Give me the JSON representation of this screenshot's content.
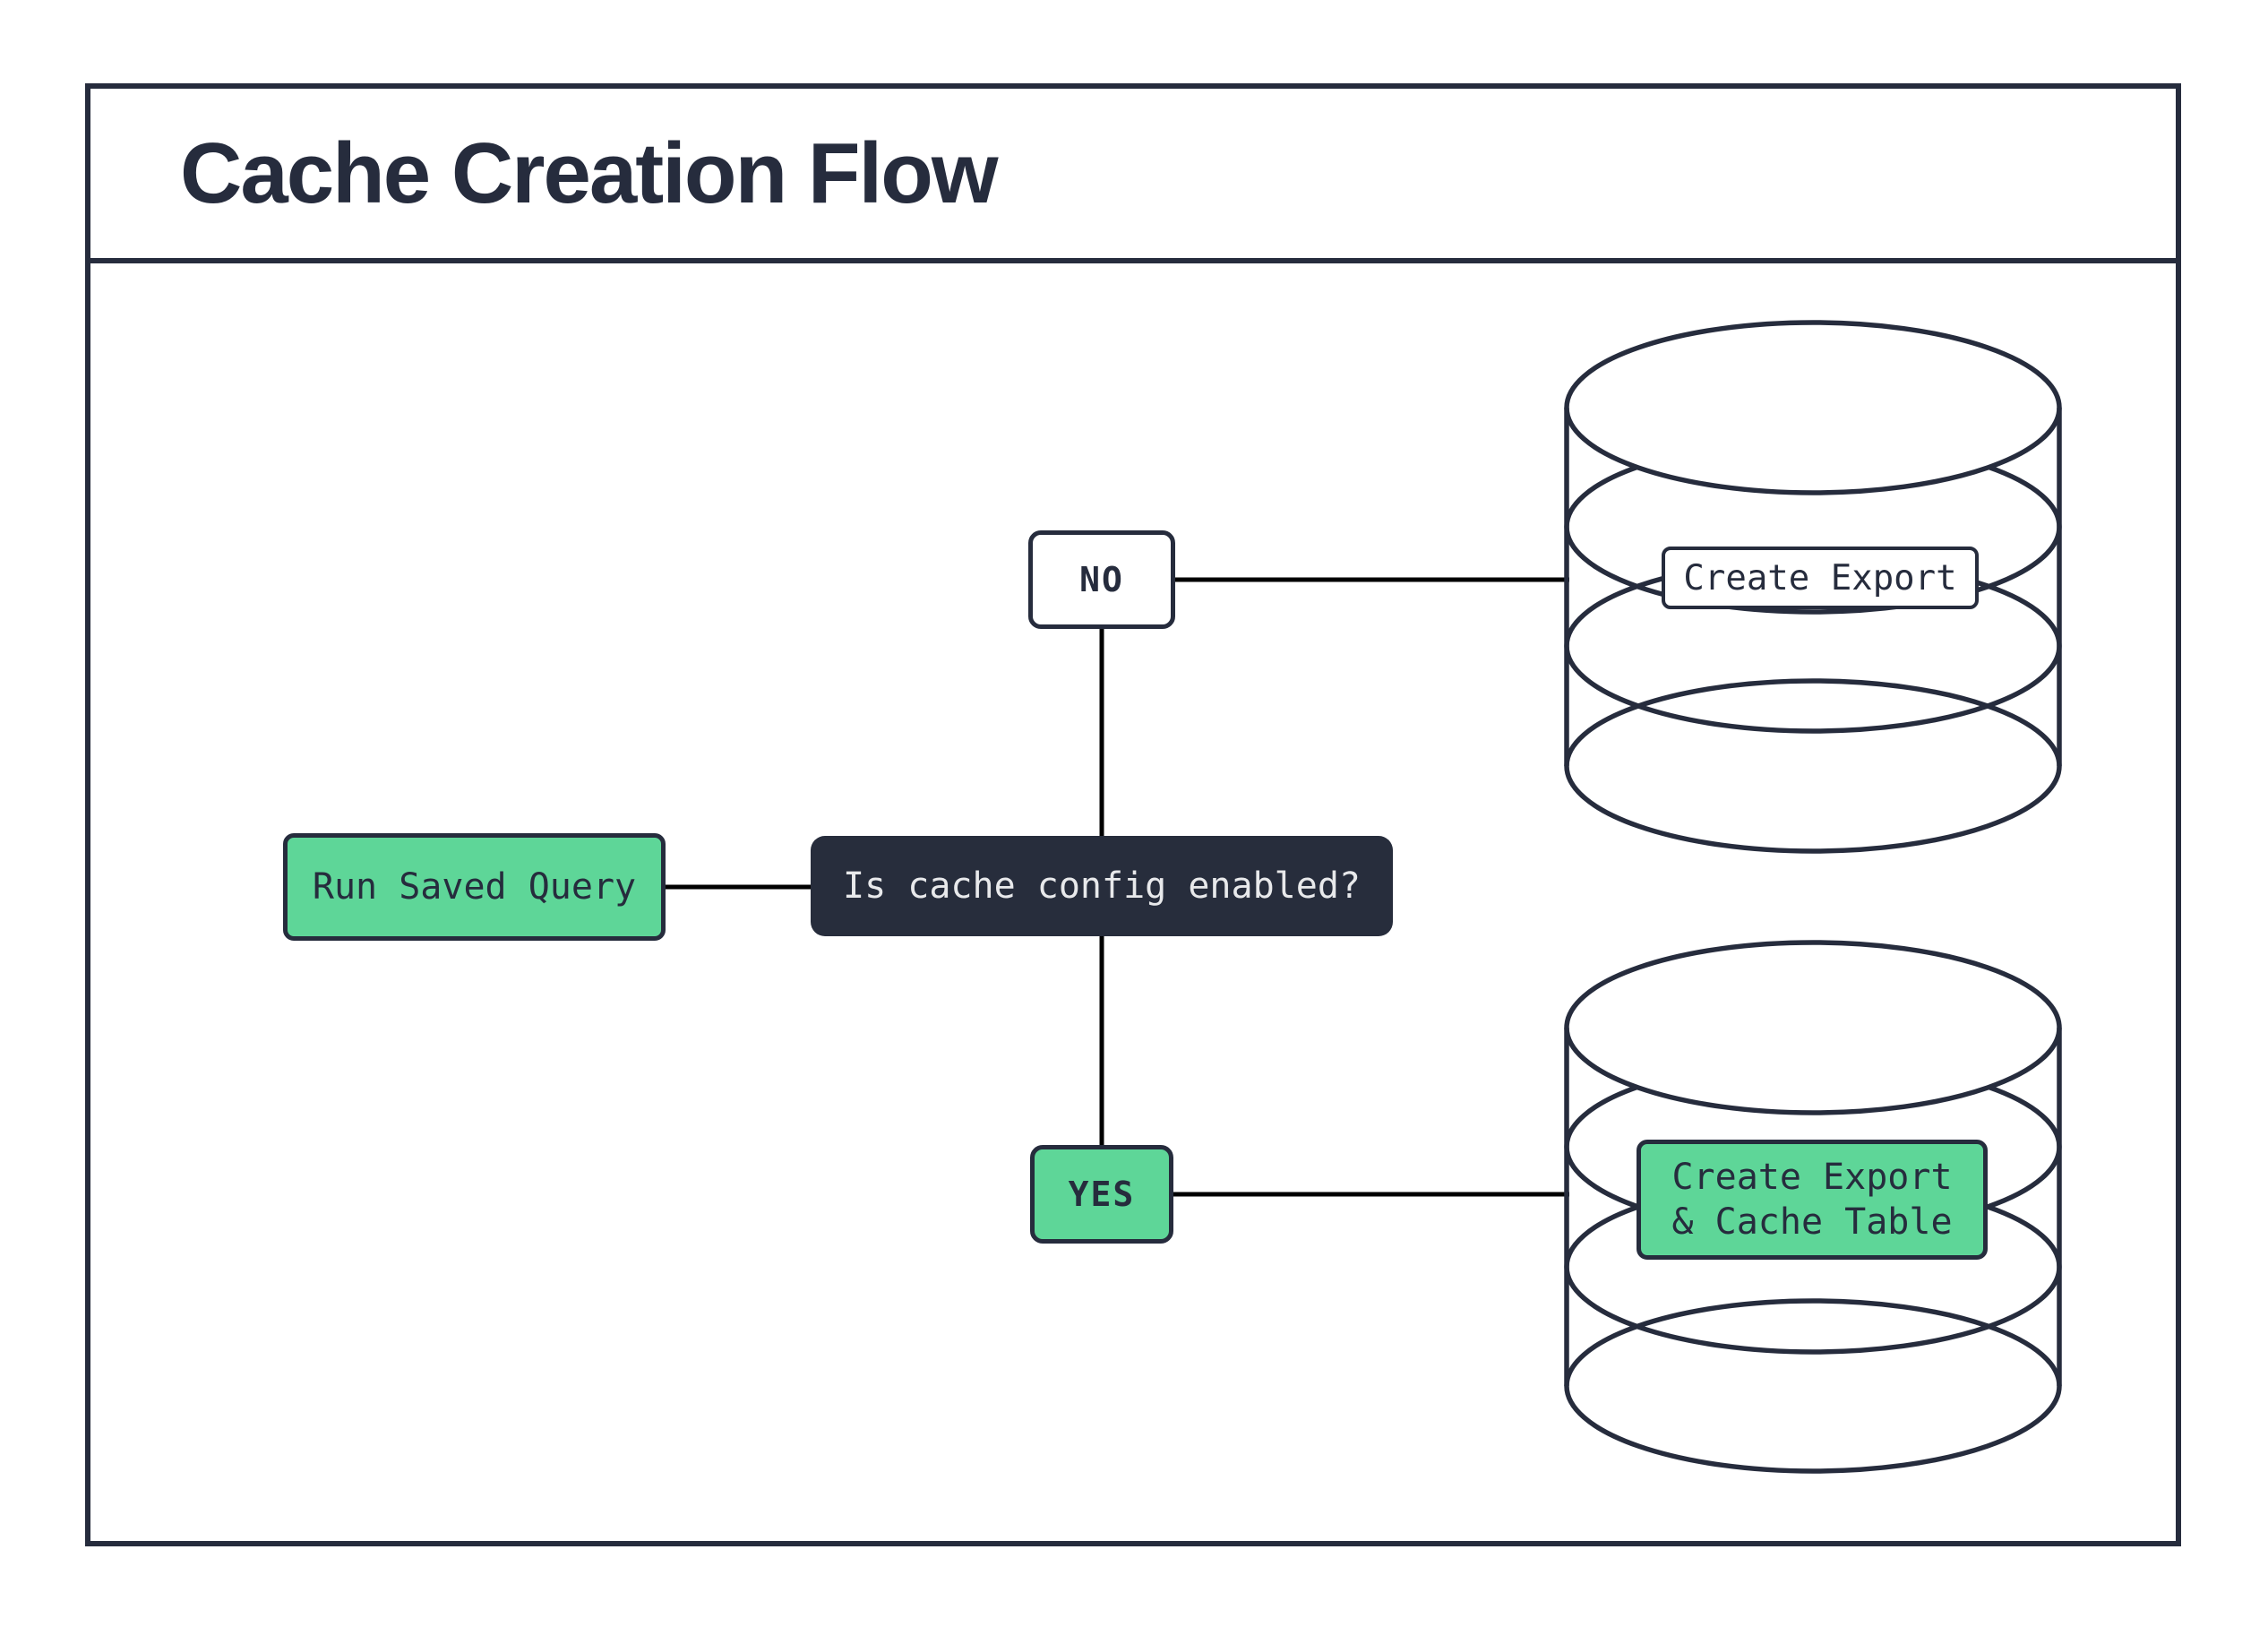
{
  "header": {
    "title": "Cache Creation Flow"
  },
  "flow": {
    "start": "Run Saved Query",
    "decision": "Is cache config enabled?",
    "branch_no": "NO",
    "branch_yes": "YES",
    "outcome_no": "Create Export",
    "outcome_yes": "Create Export\n& Cache Table"
  },
  "icons": {
    "outcome_no_icon": "database-icon",
    "outcome_yes_icon": "database-icon"
  },
  "colors": {
    "stroke_navy": "#262c3d",
    "fill_dark": "#272d3c",
    "accent_green": "#5ed698",
    "connector_black": "#000000",
    "text_light": "#e8e9eb",
    "text_dark": "#262c3d"
  }
}
